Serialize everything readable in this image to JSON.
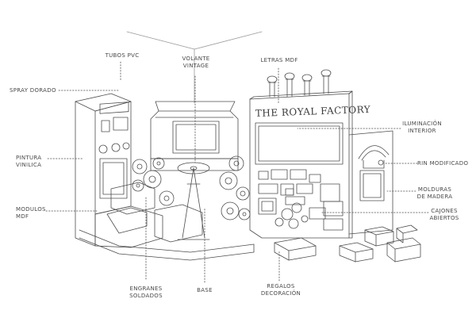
{
  "sign": {
    "text": "THE ROYAL FACTORY"
  },
  "callouts": [
    {
      "id": "spray",
      "lines": [
        "SPRAY DORADO"
      ]
    },
    {
      "id": "tubos",
      "lines": [
        "TUBOS PVC"
      ]
    },
    {
      "id": "volante",
      "lines": [
        "VOLANTE",
        "VINTAGE"
      ]
    },
    {
      "id": "letras",
      "lines": [
        "LETRAS MDF"
      ]
    },
    {
      "id": "iluminacion",
      "lines": [
        "ILUMINACIÓN",
        "INTERIOR"
      ]
    },
    {
      "id": "pintura",
      "lines": [
        "PINTURA",
        "VINILICA"
      ]
    },
    {
      "id": "rin",
      "lines": [
        "RIN MODIFICADO"
      ]
    },
    {
      "id": "molduras",
      "lines": [
        "MOLDURAS",
        "DE MADERA"
      ]
    },
    {
      "id": "modulos",
      "lines": [
        "MODULOS",
        "MDF"
      ]
    },
    {
      "id": "cajones",
      "lines": [
        "CAJONES",
        "ABIERTOS"
      ]
    },
    {
      "id": "engranes",
      "lines": [
        "ENGRANES",
        "SOLDADOS"
      ]
    },
    {
      "id": "base",
      "lines": [
        "BASE"
      ]
    },
    {
      "id": "regalos",
      "lines": [
        "REGALOS",
        "DECORACIÓN"
      ]
    }
  ],
  "colors": {
    "line": "#4d4d4d",
    "light_line": "#9a9a9a",
    "text": "#4a4a4a"
  }
}
